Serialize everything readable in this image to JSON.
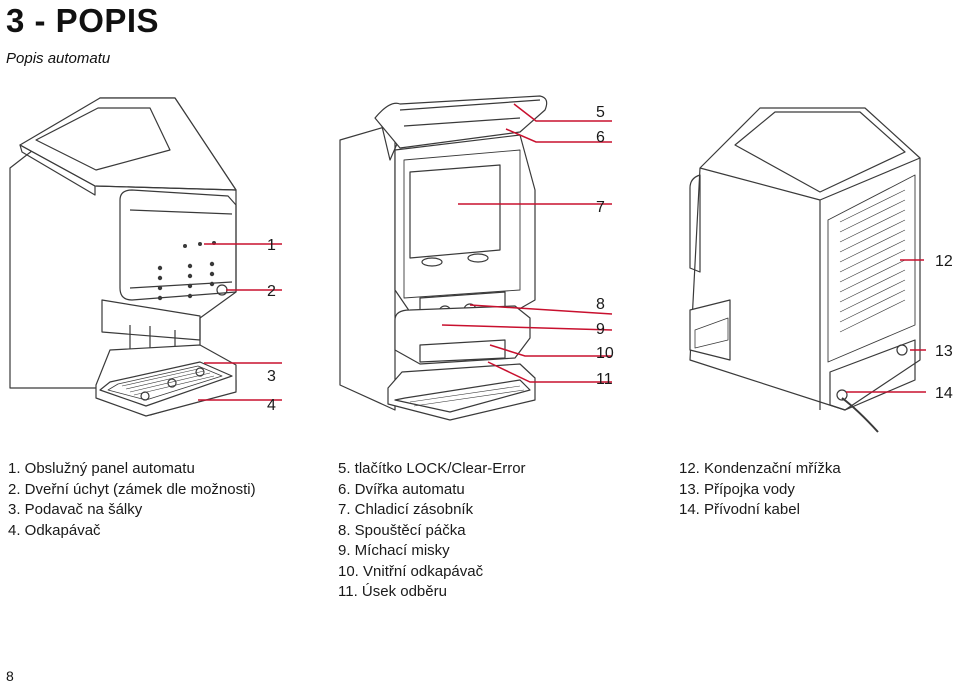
{
  "page": {
    "title": "3 - POPIS",
    "subtitle": "Popis automatu",
    "page_number": "8"
  },
  "callouts": [
    "1",
    "2",
    "3",
    "4",
    "5",
    "6",
    "7",
    "8",
    "9",
    "10",
    "11",
    "12",
    "13",
    "14"
  ],
  "legend": {
    "left": [
      "1.  Obslužný panel automatu",
      "2.  Dveřní úchyt (zámek dle možnosti)",
      "3.  Podavač na šálky",
      "4.  Odkapávač"
    ],
    "middle": [
      "5.  tlačítko LOCK/Clear-Error",
      "6.  Dvířka automatu",
      "7.  Chladicí zásobník",
      "8.  Spouštěcí páčka",
      "9.  Míchací misky",
      "10. Vnitřní odkapávač",
      "11. Úsek odběru"
    ],
    "right": [
      "12. Kondenzační mřížka",
      "13. Přípojka vody",
      "14. Přívodní kabel"
    ]
  },
  "colors": {
    "callout_line": "#c8102e",
    "drawing": "#3a3a3a"
  }
}
